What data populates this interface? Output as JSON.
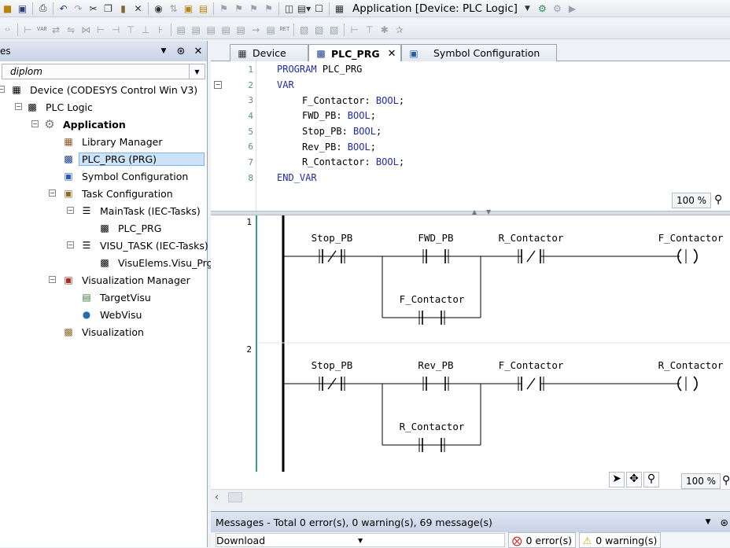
{
  "toolbar": {
    "app_selector": "Application [Device: PLC Logic]",
    "var_btn": "VAR",
    "ret_btn": "RET"
  },
  "devices_panel": {
    "title": "es",
    "project": "diplom",
    "tree": [
      {
        "label": "Device (CODESYS Control Win V3)"
      },
      {
        "label": "PLC Logic"
      },
      {
        "label": "Application"
      },
      {
        "label": "Library Manager"
      },
      {
        "label": "PLC_PRG (PRG)"
      },
      {
        "label": "Symbol Configuration"
      },
      {
        "label": "Task Configuration"
      },
      {
        "label": "MainTask (IEC-Tasks)"
      },
      {
        "label": "PLC_PRG"
      },
      {
        "label": "VISU_TASK (IEC-Tasks)"
      },
      {
        "label": "VisuElems.Visu_Prg"
      },
      {
        "label": "Visualization Manager"
      },
      {
        "label": "TargetVisu"
      },
      {
        "label": "WebVisu"
      },
      {
        "label": "Visualization"
      }
    ]
  },
  "tabs": [
    {
      "label": "Device"
    },
    {
      "label": "PLC_PRG"
    },
    {
      "label": "Symbol Configuration"
    }
  ],
  "declaration": {
    "line_numbers": [
      "1",
      "2",
      "3",
      "4",
      "5",
      "6",
      "7",
      "8"
    ],
    "program_kw": "PROGRAM",
    "program_name": "PLC_PRG",
    "var_kw": "VAR",
    "end_var_kw": "END_VAR",
    "vars": [
      {
        "name": "F_Contactor: ",
        "type": "BOOL",
        "semi": ";"
      },
      {
        "name": "FWD_PB: ",
        "type": "BOOL",
        "semi": ";"
      },
      {
        "name": "Stop_PB: ",
        "type": "BOOL",
        "semi": ";"
      },
      {
        "name": "Rev_PB: ",
        "type": "BOOL",
        "semi": ";"
      },
      {
        "name": "R_Contactor: ",
        "type": "BOOL",
        "semi": ";"
      }
    ],
    "zoom": "100 %"
  },
  "ladder": {
    "zoom": "100 %",
    "networks": [
      {
        "number": "1",
        "c1": "Stop_PB",
        "c2": "FWD_PB",
        "c3": "R_Contactor",
        "coil": "F_Contactor",
        "branch": "F_Contactor"
      },
      {
        "number": "2",
        "c1": "Stop_PB",
        "c2": "Rev_PB",
        "c3": "F_Contactor",
        "coil": "R_Contactor",
        "branch": "R_Contactor"
      }
    ]
  },
  "messages": {
    "title": "Messages - Total 0 error(s), 0 warning(s), 69 message(s)",
    "filter": "Download",
    "errors": "0 error(s)",
    "warnings": "0 warning(s)"
  }
}
